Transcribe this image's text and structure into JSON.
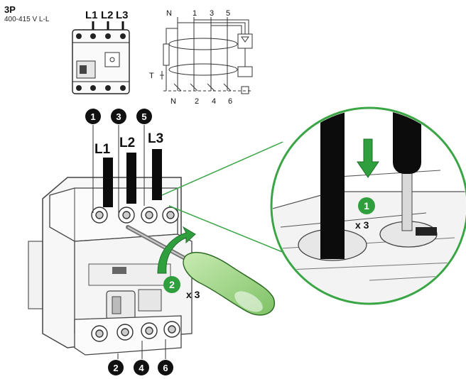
{
  "header": {
    "poles": "3P",
    "voltage": "400-415 V L-L"
  },
  "small_device": {
    "phase_labels": [
      "L1",
      "L2",
      "L3"
    ]
  },
  "schematic": {
    "top_labels": [
      "N",
      "1",
      "3",
      "5"
    ],
    "bottom_labels": [
      "N",
      "2",
      "4",
      "6"
    ],
    "test_label": "T"
  },
  "main": {
    "terminal_numbers_top": [
      "1",
      "3",
      "5"
    ],
    "terminal_numbers_bottom": [
      "2",
      "4",
      "6"
    ],
    "phase_labels": [
      "L1",
      "L2",
      "L3"
    ]
  },
  "steps": [
    {
      "number": "1",
      "multiplier": "x 3"
    },
    {
      "number": "2",
      "multiplier": "x 3"
    }
  ],
  "colors": {
    "step_badge": "#2f9e3c",
    "arrow": "#2f9e3c",
    "callout_outline": "#3aa545",
    "screwdriver_handle": "#a7d98c",
    "cable": "#0c0c0c"
  }
}
